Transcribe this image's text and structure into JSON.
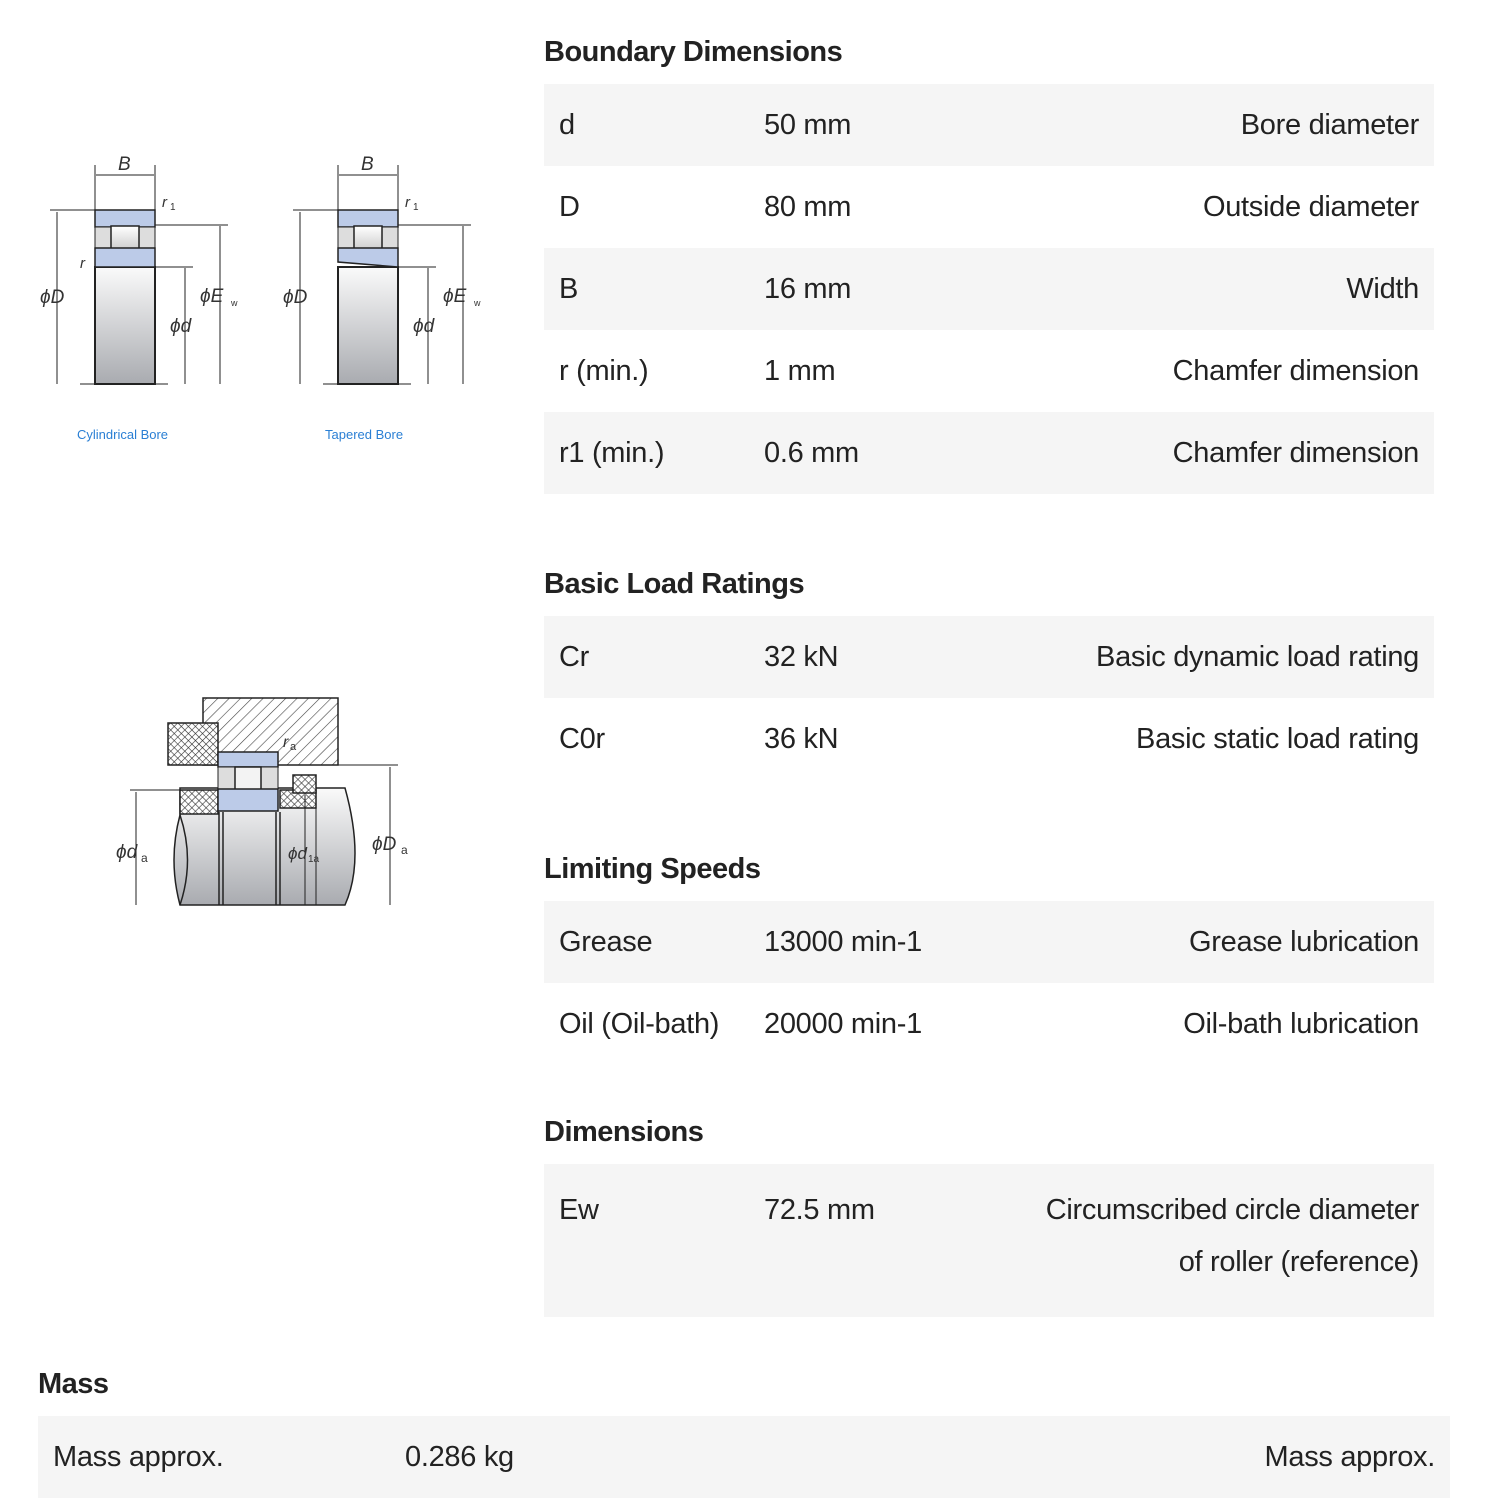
{
  "figures": {
    "bearing": {
      "captions": [
        "Cylindrical Bore",
        "Tapered Bore"
      ],
      "labels": {
        "B": "B",
        "r1": "r",
        "r1_sub": "1",
        "r": "r",
        "D": "ϕD",
        "Ew": "ϕE",
        "Ew_sub": "w",
        "d": "ϕd"
      }
    },
    "mounting": {
      "labels": {
        "ra": "r",
        "ra_sub": "a",
        "da": "ϕd",
        "da_sub": "a",
        "d1a": "ϕd",
        "d1a_sub": "1a",
        "Da": "ϕD",
        "Da_sub": "a"
      }
    }
  },
  "sections": [
    {
      "title": "Boundary Dimensions",
      "rows": [
        {
          "symbol": "d",
          "value": "50 mm",
          "description": "Bore diameter"
        },
        {
          "symbol": "D",
          "value": "80 mm",
          "description": "Outside diameter"
        },
        {
          "symbol": "B",
          "value": "16 mm",
          "description": "Width"
        },
        {
          "symbol": "r (min.)",
          "value": "1 mm",
          "description": "Chamfer dimension"
        },
        {
          "symbol": "r1 (min.)",
          "value": "0.6 mm",
          "description": "Chamfer dimension"
        }
      ]
    },
    {
      "title": "Basic Load Ratings",
      "rows": [
        {
          "symbol": "Cr",
          "value": "32 kN",
          "description": "Basic dynamic load rating"
        },
        {
          "symbol": "C0r",
          "value": "36 kN",
          "description": "Basic static load rating"
        }
      ]
    },
    {
      "title": "Limiting Speeds",
      "rows": [
        {
          "symbol": "Grease",
          "value": "13000 min-1",
          "description": "Grease lubrication"
        },
        {
          "symbol": "Oil (Oil-bath)",
          "value": "20000 min-1",
          "description": "Oil-bath lubrication"
        }
      ]
    },
    {
      "title": "Dimensions",
      "rows": [
        {
          "symbol": "Ew",
          "value": "72.5 mm",
          "description_line1": "Circumscribed circle diameter",
          "description_line2": "of roller (reference)"
        }
      ]
    },
    {
      "title": "Mass",
      "rows": [
        {
          "symbol": "Mass approx.",
          "value": "0.286 kg",
          "description": "Mass approx."
        }
      ]
    }
  ]
}
